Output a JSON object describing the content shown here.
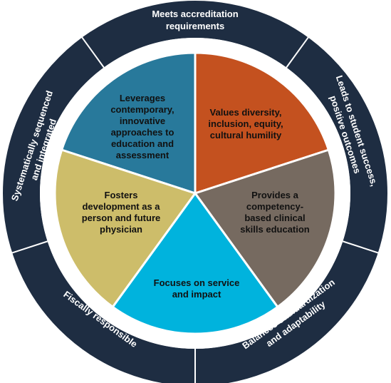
{
  "colors": {
    "ring": "#1e2d42",
    "ring_divider": "#ffffff",
    "wedge_border": "#ffffff",
    "wedge_teal_blue": "#28799b",
    "wedge_orange": "#c4511f",
    "wedge_taupe": "#766a60",
    "wedge_cyan": "#00b3dd",
    "wedge_khaki": "#cdbd6a"
  },
  "inner_wedges": [
    {
      "id": "leverages",
      "text": "Leverages\ncontemporary,\ninnovative\napproaches to\neducation and\nassessment",
      "color": "#28799b"
    },
    {
      "id": "values",
      "text": "Values diversity,\ninclusion, equity,\ncultural humility",
      "color": "#c4511f"
    },
    {
      "id": "provides",
      "text": "Provides a\ncompetency-\nbased clinical\nskills education",
      "color": "#766a60"
    },
    {
      "id": "focuses",
      "text": "Focuses on service\nand impact",
      "color": "#00b3dd"
    },
    {
      "id": "fosters",
      "text": "Fosters\ndevelopment as a\nperson and future\nphysician",
      "color": "#cdbd6a"
    }
  ],
  "outer_ring": [
    {
      "id": "accreditation",
      "text": "Meets accreditation\nrequirements"
    },
    {
      "id": "student-success",
      "text": "Leads to student success,\npositive outcomes"
    },
    {
      "id": "standardization",
      "text": "Balances standardization\nand adaptability"
    },
    {
      "id": "fiscal",
      "text": "Fiscally responsible"
    },
    {
      "id": "sequenced",
      "text": "Systematically sequenced\nand integrated"
    }
  ]
}
